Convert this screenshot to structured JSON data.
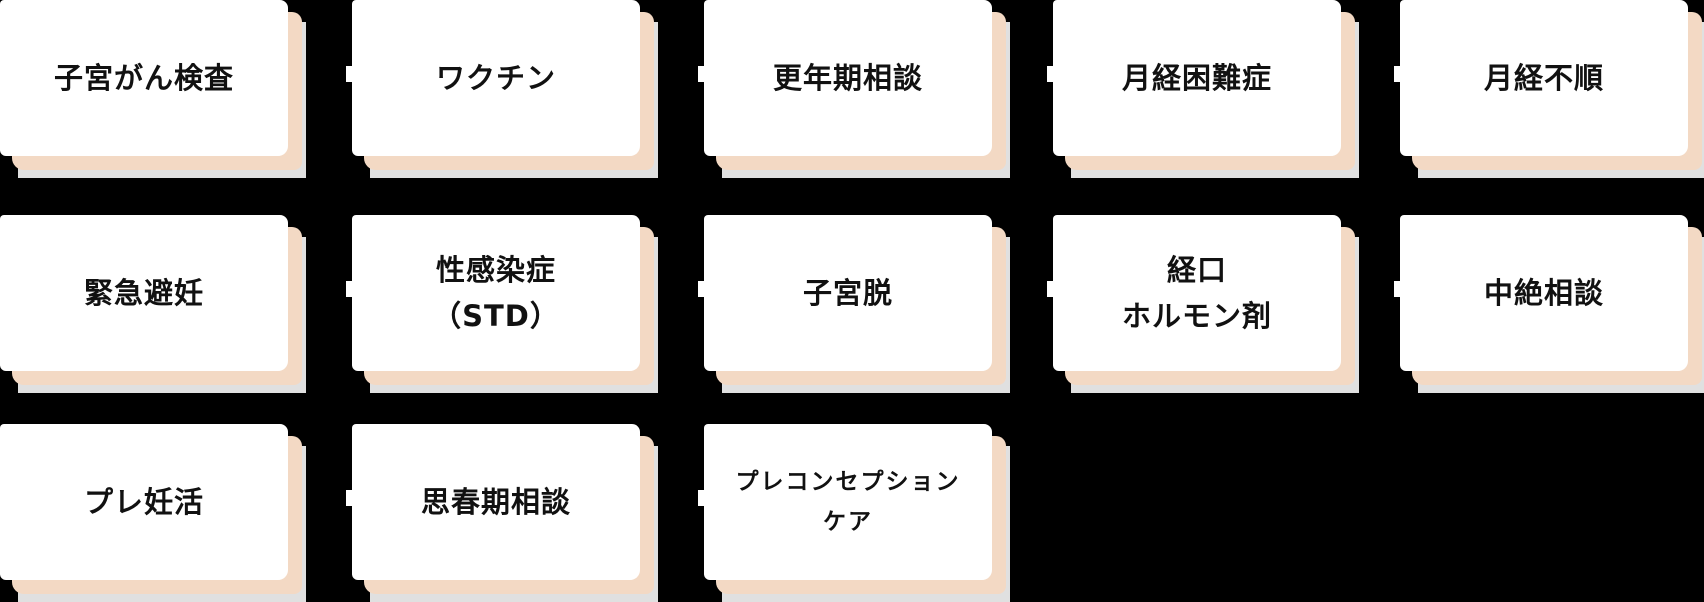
{
  "colors": {
    "background": "#000000",
    "card_face": "#ffffff",
    "card_shadow": "#f3d9c4",
    "card_outer_shadow": "#e0e0e0",
    "text": "#111111"
  },
  "cards": [
    {
      "lines": [
        "子宮がん検査"
      ]
    },
    {
      "lines": [
        "ワクチン"
      ]
    },
    {
      "lines": [
        "更年期相談"
      ]
    },
    {
      "lines": [
        "月経困難症"
      ]
    },
    {
      "lines": [
        "月経不順"
      ]
    },
    {
      "lines": [
        "緊急避妊"
      ]
    },
    {
      "lines": [
        "性感染症",
        "（STD）"
      ]
    },
    {
      "lines": [
        "子宮脱"
      ]
    },
    {
      "lines": [
        "経口",
        "ホルモン剤"
      ]
    },
    {
      "lines": [
        "中絶相談"
      ]
    },
    {
      "lines": [
        "プレ妊活"
      ]
    },
    {
      "lines": [
        "思春期相談"
      ]
    },
    {
      "lines": [
        "プレコンセプション",
        "ケア"
      ]
    }
  ]
}
